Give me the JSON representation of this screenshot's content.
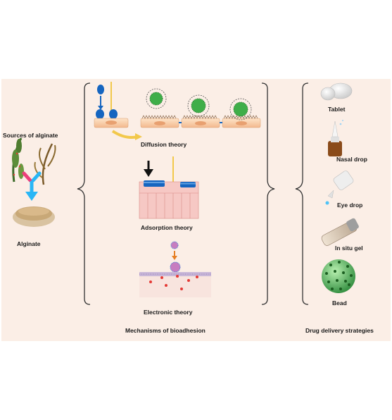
{
  "sources": {
    "title": "Sources of alginate",
    "product": "Alginate"
  },
  "mechanisms": {
    "caption": "Mechanisms of bioadhesion",
    "items": [
      "Diffusion theory",
      "Adsorption theory",
      "Electronic theory"
    ]
  },
  "strategies": {
    "caption": "Drug delivery strategies",
    "items": [
      "Tablet",
      "Nasal drop",
      "Eye drop",
      "In situ gel",
      "Bead"
    ]
  },
  "colors": {
    "background": "#fbeee6",
    "polymer_blue": "#1565c0",
    "arrow_cyan": "#29b6f6",
    "arrow_pink": "#ec407a",
    "bead_green": "#43a047",
    "tissue_pink": "#f6c8c4",
    "transfer_yellow": "#f2c84b"
  }
}
